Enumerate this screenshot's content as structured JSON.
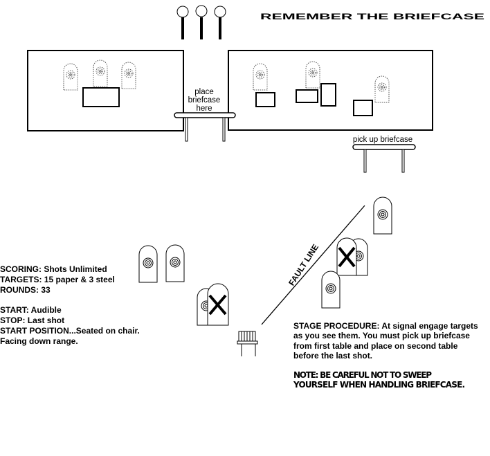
{
  "title": "REMEMBER THE BRIEFCASE",
  "labels": {
    "place_table": [
      "place",
      "briefcase",
      "here"
    ],
    "pickup_table": "pick up briefcase",
    "fault_line": "FAULT LINE"
  },
  "info": {
    "scoring": "SCORING:  Shots Unlimited",
    "targets": "TARGETS:  15 paper & 3 steel",
    "rounds": "ROUNDS:  33",
    "start": "START:  Audible",
    "stop": "STOP:  Last shot",
    "start_position": "START POSITION...Seated on chair.",
    "facing": "Facing down range."
  },
  "procedure": [
    "STAGE PROCEDURE:  At signal engage targets",
    "as you see them. You must pick up briefcase",
    "from  first table and place on second table",
    "before the last shot."
  ],
  "note": [
    "NOTE:  BE CAREFUL NOT TO SWEEP",
    "YOURSELF WHEN HANDLING BRIEFCASE."
  ]
}
